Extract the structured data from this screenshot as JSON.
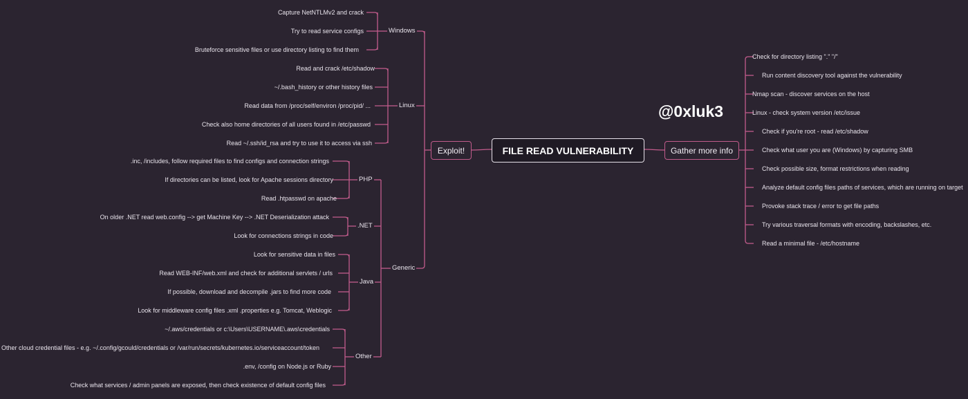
{
  "root": "FILE READ VULNERABILITY",
  "handle": "@0xluk3",
  "colors": {
    "background": "#2b2430",
    "line": "#c25c8c",
    "text": "#e9e4ec"
  },
  "exploit": {
    "label": "Exploit!",
    "windows": {
      "label": "Windows",
      "items": [
        "Capture NetNTLMv2 and crack",
        "Try to read service configs",
        "Bruteforce sensitive files or use directory listing to find them"
      ]
    },
    "linux": {
      "label": "Linux",
      "items": [
        "Read and crack /etc/shadow",
        "~/.bash_history or other history files",
        "Read data from /proc/self/environ /proc/pid/ ...",
        "Check also home directories of all users found in /etc/passwd",
        "Read ~/.ssh/id_rsa and try to use it to access via ssh"
      ]
    },
    "generic": {
      "label": "Generic",
      "php": {
        "label": "PHP",
        "items": [
          ".inc, /includes, follow required files to find configs and connection strings",
          "If directories can be listed, look for Apache sessions  directory",
          "Read .htpasswd on apache"
        ]
      },
      "dotnet": {
        "label": ".NET",
        "items": [
          "On older .NET read web.config --> get Machine Key --> .NET Deserialization attack",
          "Look for connections strings in code"
        ]
      },
      "java": {
        "label": "Java",
        "items": [
          "Look for sensitive data in files",
          "Read WEB-INF/web.xml and check for additional servlets / urls",
          "If possible, download and decompile .jars to find more code",
          "Look for middleware config files .xml .properties e.g. Tomcat, Weblogic"
        ]
      },
      "other": {
        "label": "Other",
        "items": [
          "~/.aws/credentials or c:\\Users\\USERNAME\\.aws\\credentials",
          "Other cloud credential files - e.g.  ~/.config/gcould/credentials or /var/run/secrets/kubernetes.io/serviceaccount/token",
          ".env, /config on Node.js or Ruby",
          "Check what services / admin panels are exposed, then check existence of default config files"
        ]
      }
    }
  },
  "gather": {
    "label": "Gather more info",
    "items": [
      "Check for directory listing \".\" \"/\"",
      " Run content discovery tool against the vulnerability",
      "Nmap scan - discover services on the host",
      "Linux - check system version /etc/issue",
      "Check if you're root - read /etc/shadow",
      "Check what user you are (Windows) by capturing SMB",
      "Check possible size, format restrictions when reading",
      " Analyze default config files paths of services, which are running on target",
      "Provoke stack trace / error to get file paths",
      "Try various traversal formats with encoding, backslashes, etc.",
      "Read a minimal file - /etc/hostname"
    ]
  }
}
